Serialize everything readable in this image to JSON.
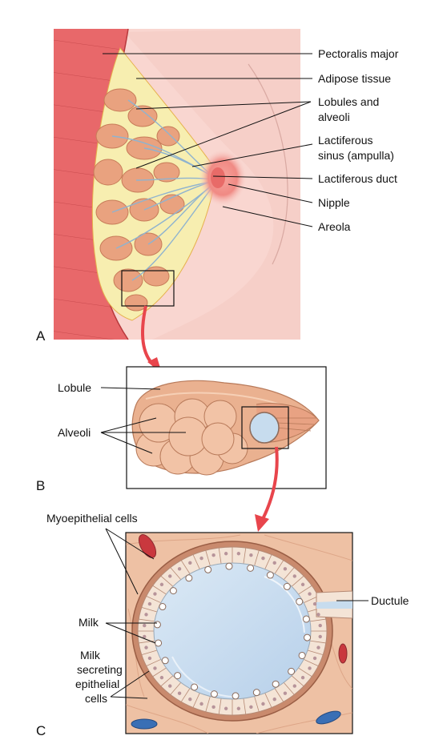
{
  "panels": {
    "a": "A",
    "b": "B",
    "c": "C"
  },
  "panel_a": {
    "labels": {
      "pectoralis": "Pectoralis major",
      "adipose": "Adipose tissue",
      "lobules_1": "Lobules and",
      "lobules_2": "alveoli",
      "sinus_1": "Lactiferous",
      "sinus_2": "sinus (ampulla)",
      "duct": "Lactiferous duct",
      "nipple": "Nipple",
      "areola": "Areola"
    }
  },
  "panel_b": {
    "labels": {
      "lobule": "Lobule",
      "alveoli": "Alveoli"
    }
  },
  "panel_c": {
    "labels": {
      "myoepithelial": "Myoepithelial cells",
      "ductule": "Ductule",
      "milk": "Milk",
      "secreting_1": "Milk",
      "secreting_2": "secreting",
      "secreting_3": "epithelial",
      "secreting_4": "cells"
    }
  },
  "colors": {
    "muscle": "#e8686a",
    "skin": "#f9d6d0",
    "adipose": "#f7eeb0",
    "lobule": "#e9a27f",
    "areola": "#f08a84",
    "milk": "#c7dcee",
    "tissue": "#eec1a4",
    "arrow": "#e8454c"
  }
}
